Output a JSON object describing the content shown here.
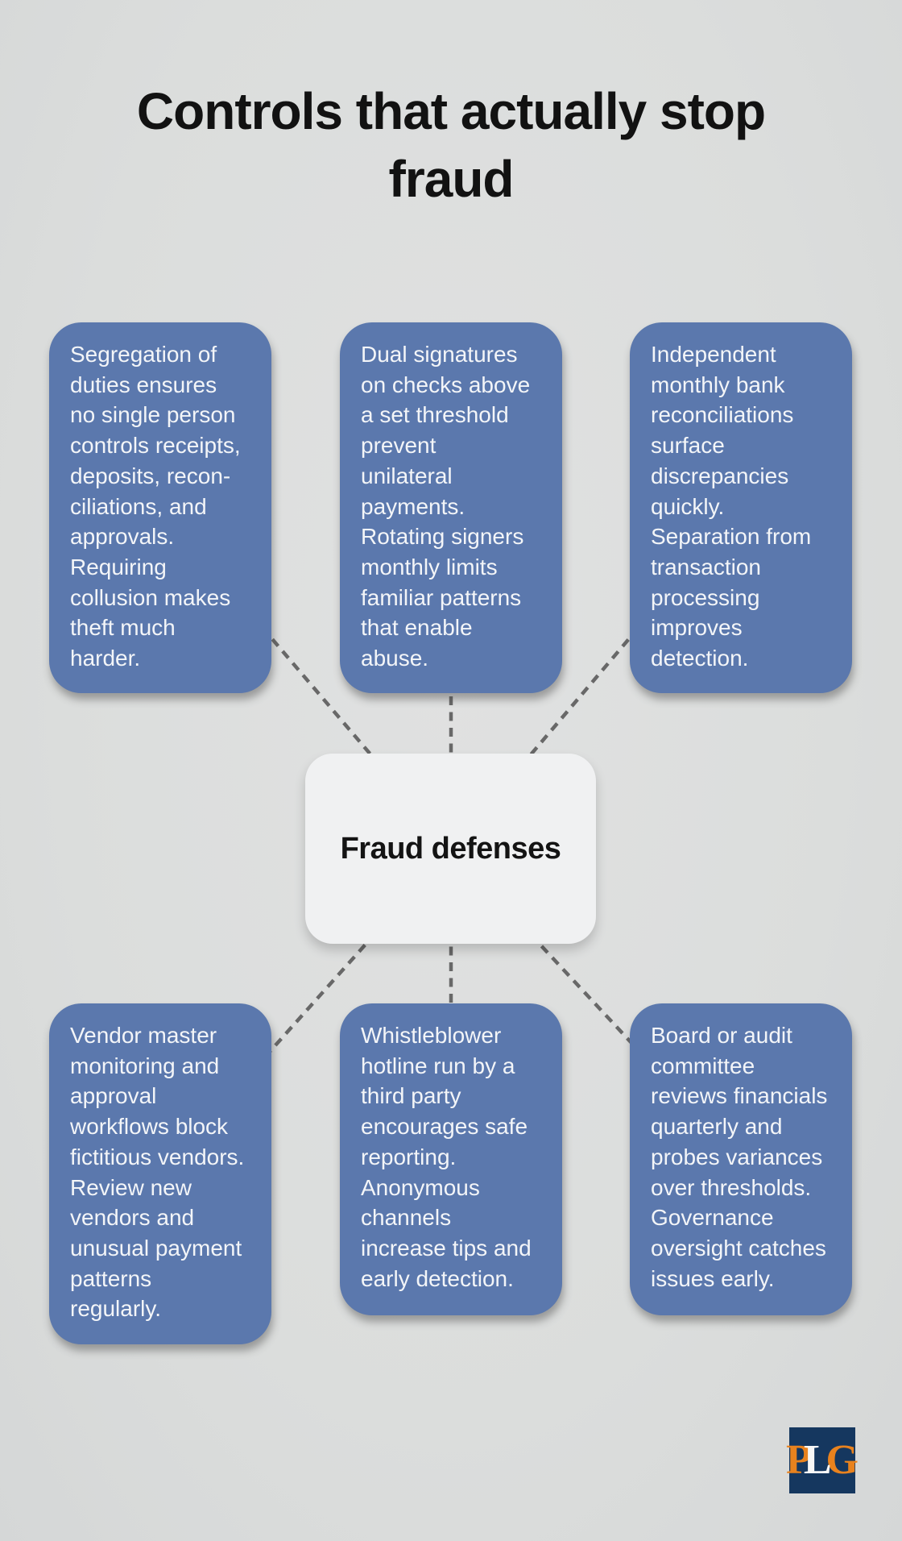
{
  "title_lines": [
    "Controls that actually stop",
    "fraud"
  ],
  "hub": {
    "label": "Fraud defenses"
  },
  "cards": [
    {
      "name": "segregation-of-duties",
      "lines": [
        "Segregation of",
        "duties ensures",
        "no single person",
        "controls receipts,",
        "deposits, recon-",
        "ciliations, and",
        "approvals.",
        "Requiring",
        "collusion makes",
        "theft much",
        "harder."
      ]
    },
    {
      "name": "dual-signatures",
      "lines": [
        "Dual signatures",
        "on checks above",
        "a set threshold",
        "prevent",
        "unilateral",
        "payments.",
        "Rotating signers",
        "monthly limits",
        "familiar patterns",
        "that enable",
        "abuse."
      ]
    },
    {
      "name": "independent-reconciliations",
      "lines": [
        "Independent",
        "monthly bank",
        "reconciliations",
        "surface",
        "discrepancies",
        "quickly.",
        "Separation from",
        "transaction",
        "processing",
        "improves",
        "detection."
      ]
    },
    {
      "name": "vendor-master-monitoring",
      "lines": [
        "Vendor master",
        "monitoring and",
        "approval",
        "workflows block",
        "fictitious vendors.",
        "Review new",
        "vendors and",
        "unusual payment",
        "patterns",
        "regularly."
      ]
    },
    {
      "name": "whistleblower-hotline",
      "lines": [
        "Whistleblower",
        "hotline run by a",
        "third party",
        "encourages safe",
        "reporting.",
        "Anonymous",
        "channels",
        "increase tips and",
        "early detection."
      ]
    },
    {
      "name": "board-audit-oversight",
      "lines": [
        "Board or audit",
        "committee",
        "reviews financials",
        "quarterly and",
        "probes variances",
        "over thresholds.",
        "Governance",
        "oversight catches",
        "issues early."
      ]
    }
  ],
  "logo": {
    "p": "P",
    "l": "L",
    "g": "G"
  },
  "theme": {
    "page-bg": "#dbdddc",
    "page-bg-light": "#e0e1e1",
    "page-bg-dark": "#d5d7d7",
    "card-bg": "#5b78ad",
    "card-text": "#f3f5f8",
    "hub-bg": "#f0f1f2",
    "hub-text": "#141414",
    "title-color": "#121212",
    "dash-color": "#686868",
    "logo-bg": "#15375f",
    "logo-orange": "#e8821e",
    "logo-white": "#f7f7f7"
  }
}
